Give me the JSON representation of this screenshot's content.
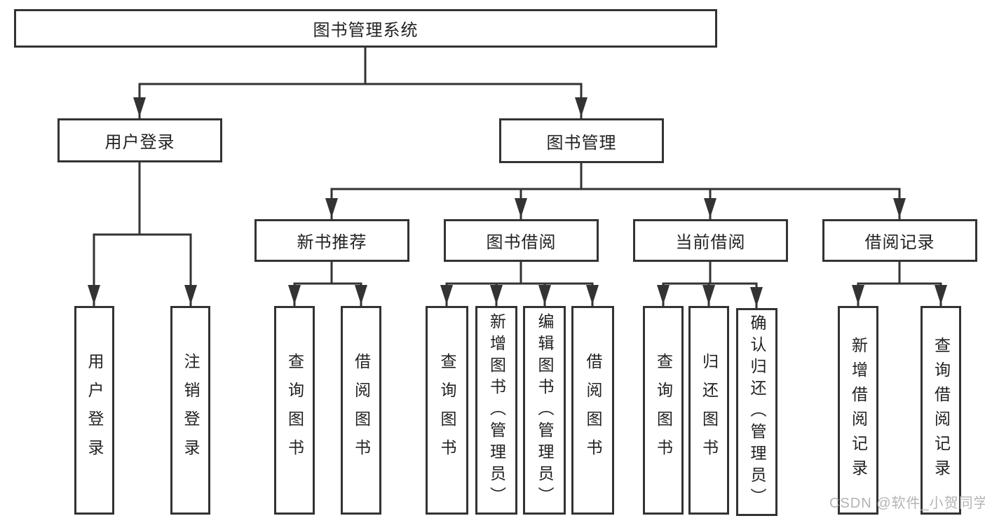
{
  "diagram": {
    "type": "hierarchy",
    "root": {
      "label": "图书管理系统"
    },
    "level2": [
      {
        "label": "用户登录",
        "parent": "图书管理系统"
      },
      {
        "label": "图书管理",
        "parent": "图书管理系统"
      }
    ],
    "level3": [
      {
        "label": "新书推荐",
        "parent": "图书管理"
      },
      {
        "label": "图书借阅",
        "parent": "图书管理"
      },
      {
        "label": "当前借阅",
        "parent": "图书管理"
      },
      {
        "label": "借阅记录",
        "parent": "图书管理"
      }
    ],
    "leaves": [
      {
        "label": "用户登录",
        "parent": "用户登录"
      },
      {
        "label": "注销登录",
        "parent": "用户登录"
      },
      {
        "label": "查询图书",
        "parent": "新书推荐"
      },
      {
        "label": "借阅图书",
        "parent": "新书推荐"
      },
      {
        "label": "查询图书",
        "parent": "图书借阅"
      },
      {
        "label": "新增图书（管理员）",
        "parent": "图书借阅"
      },
      {
        "label": "编辑图书（管理员）",
        "parent": "图书借阅"
      },
      {
        "label": "借阅图书",
        "parent": "图书借阅"
      },
      {
        "label": "查询图书",
        "parent": "当前借阅"
      },
      {
        "label": "归还图书",
        "parent": "当前借阅"
      },
      {
        "label": "确认归还（管理员）",
        "parent": "当前借阅"
      },
      {
        "label": "新增借阅记录",
        "parent": "借阅记录"
      },
      {
        "label": "查询借阅记录",
        "parent": "借阅记录"
      }
    ]
  },
  "watermark": "CSDN @软件_小贺同学",
  "colors": {
    "line": "#333333",
    "box_border": "#333333",
    "box_fill": "#ffffff",
    "text": "#222222",
    "watermark": "#b4b4b4",
    "background": "#ffffff"
  }
}
